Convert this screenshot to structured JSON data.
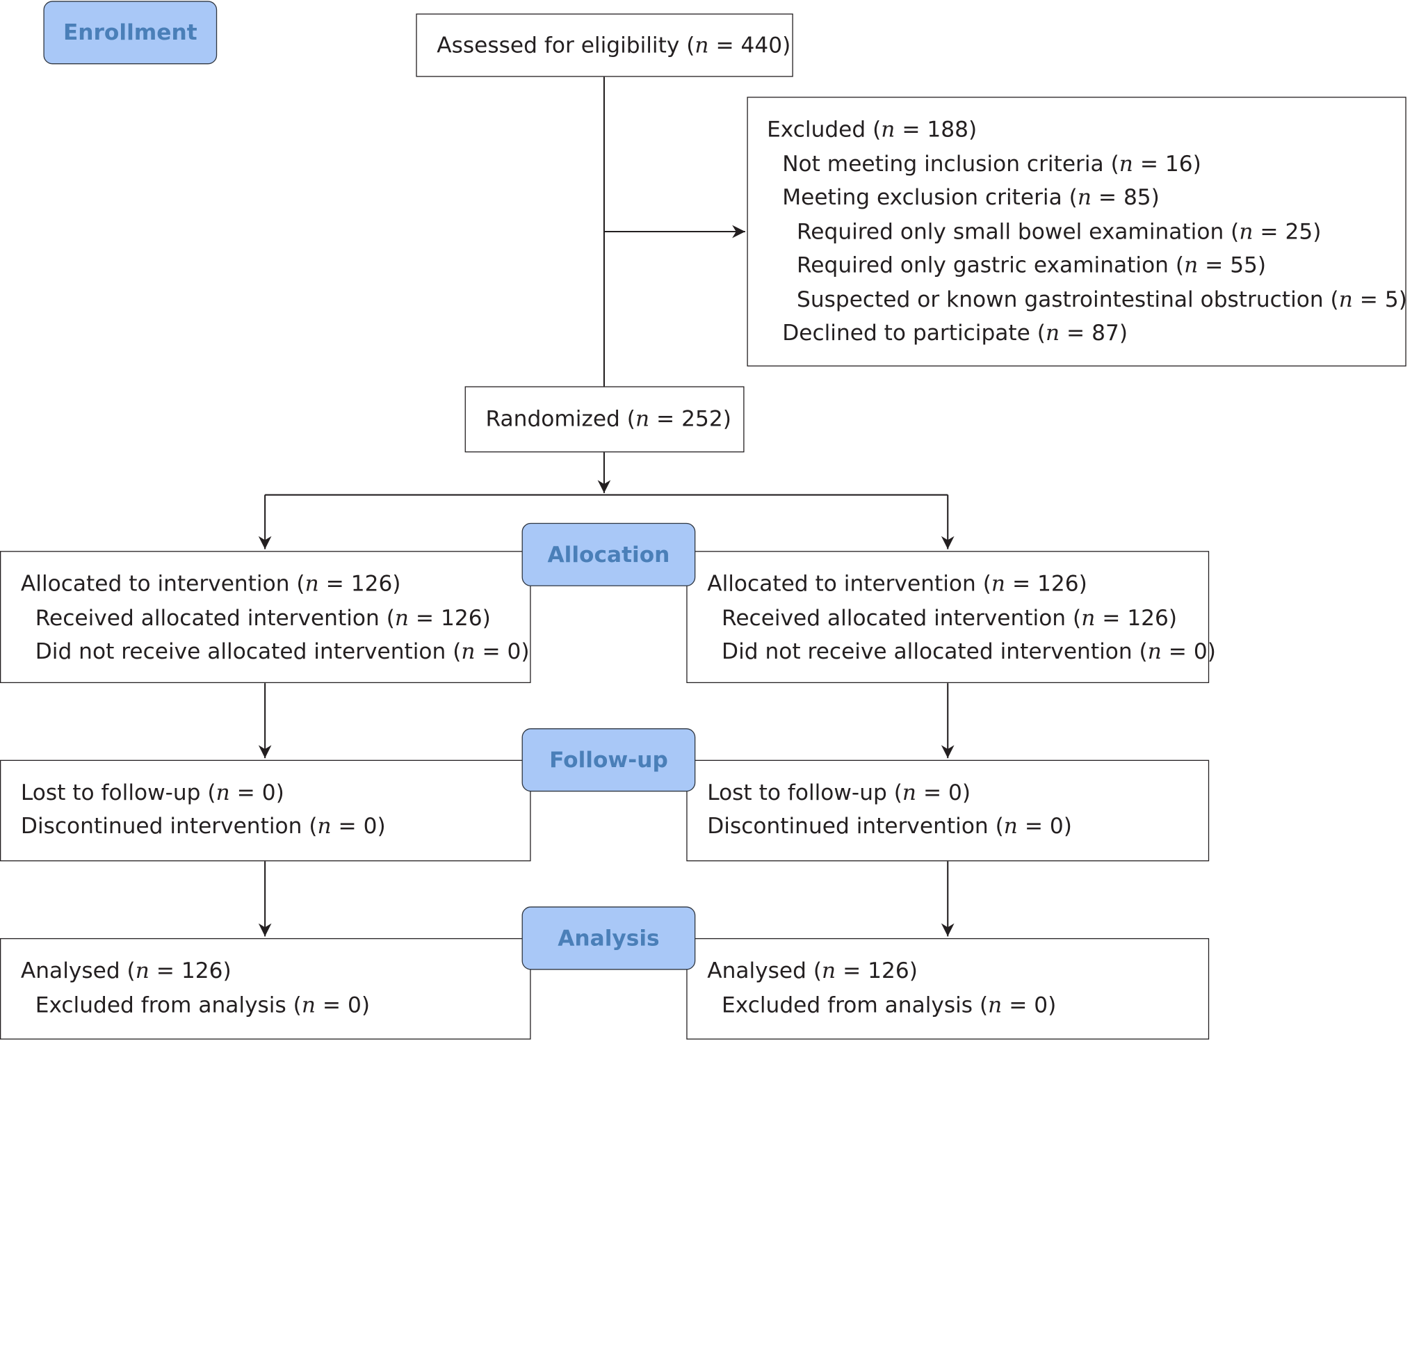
{
  "stages": {
    "enrollment": "Enrollment",
    "allocation": "Allocation",
    "follow_up": "Follow-up",
    "analysis": "Analysis"
  },
  "assessed": {
    "label": "Assessed for eligibility (",
    "n": "n",
    "value": " = 440)"
  },
  "excluded": {
    "lines": [
      {
        "pre": "Excluded (",
        "n": "n",
        "post": " = 188)"
      },
      {
        "pre": "Not meeting inclusion criteria (",
        "n": "n",
        "post": " = 16)"
      },
      {
        "pre": "Meeting exclusion criteria (",
        "n": "n",
        "post": " = 85)"
      },
      {
        "pre": "Required only small bowel examination (",
        "n": "n",
        "post": " = 25)"
      },
      {
        "pre": "Required only gastric examination (",
        "n": "n",
        "post": " = 55)"
      },
      {
        "pre": "Suspected or known gastrointestinal obstruction (",
        "n": "n",
        "post": " = 5)"
      },
      {
        "pre": "Declined to participate (",
        "n": "n",
        "post": " = 87)"
      }
    ]
  },
  "randomized": {
    "label": "Randomized (",
    "n": "n",
    "value": " = 252)"
  },
  "left": {
    "allocation": [
      {
        "pre": "Allocated to intervention (",
        "n": "n",
        "post": " = 126)"
      },
      {
        "pre": "Received allocated intervention (",
        "n": "n",
        "post": " = 126)"
      },
      {
        "pre": "Did not receive allocated intervention (",
        "n": "n",
        "post": " = 0)"
      }
    ],
    "follow_up": [
      {
        "pre": "Lost to follow-up (",
        "n": "n",
        "post": " = 0)"
      },
      {
        "pre": "Discontinued intervention (",
        "n": "n",
        "post": " = 0)"
      }
    ],
    "analysis": [
      {
        "pre": "Analysed (",
        "n": "n",
        "post": " = 126)"
      },
      {
        "pre": "Excluded from analysis (",
        "n": "n",
        "post": " = 0)"
      }
    ]
  },
  "right": {
    "allocation": [
      {
        "pre": "Allocated to intervention (",
        "n": "n",
        "post": " = 126)"
      },
      {
        "pre": "Received allocated intervention (",
        "n": "n",
        "post": " = 126)"
      },
      {
        "pre": "Did not receive allocated intervention (",
        "n": "n",
        "post": " = 0)"
      }
    ],
    "follow_up": [
      {
        "pre": "Lost to follow-up (",
        "n": "n",
        "post": " = 0)"
      },
      {
        "pre": "Discontinued intervention (",
        "n": "n",
        "post": " = 0)"
      }
    ],
    "analysis": [
      {
        "pre": "Analysed (",
        "n": "n",
        "post": " = 126)"
      },
      {
        "pre": "Excluded from analysis (",
        "n": "n",
        "post": " = 0)"
      }
    ]
  },
  "colors": {
    "stage_fill": "#a9c8f7",
    "stage_text": "#4a7fb8",
    "line": "#231f20"
  }
}
